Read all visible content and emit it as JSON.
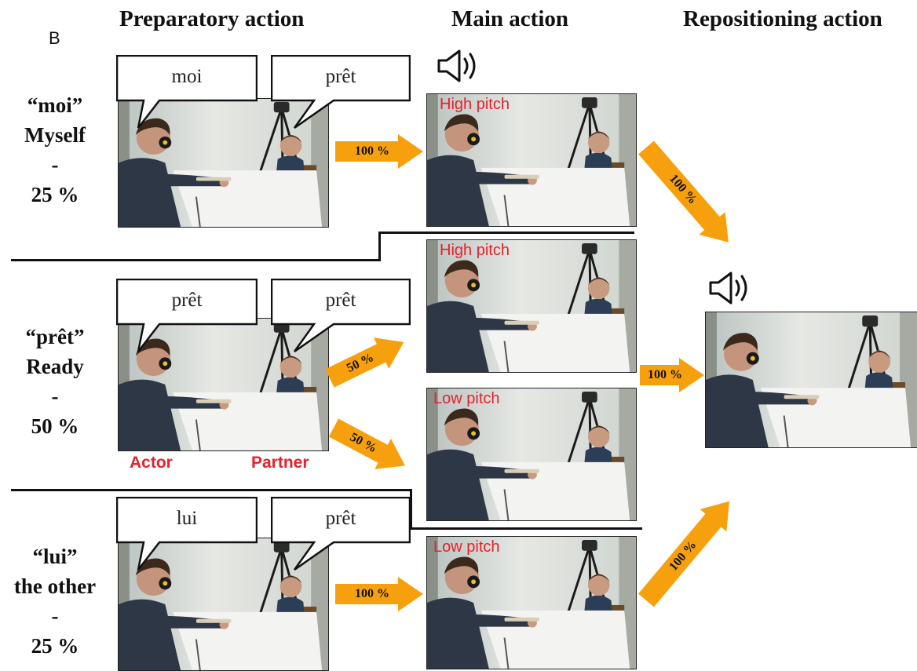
{
  "panel_letter": "B",
  "columns": {
    "preparatory": "Preparatory action",
    "main": "Main action",
    "repositioning": "Repositioning action"
  },
  "rows": [
    {
      "word": "“moi”",
      "meaning": "Myself",
      "dash": "-",
      "percent": "25 %",
      "bubble_left": "moi",
      "bubble_right": "prêt"
    },
    {
      "word": "“prêt”",
      "meaning": "Ready",
      "dash": "-",
      "percent": "50 %",
      "bubble_left": "prêt",
      "bubble_right": "prêt"
    },
    {
      "word": "“lui”",
      "meaning": "the other",
      "dash": "-",
      "percent": "25 %",
      "bubble_left": "lui",
      "bubble_right": "prêt"
    }
  ],
  "main_photos": [
    {
      "pitch": "High pitch"
    },
    {
      "pitch": "High pitch"
    },
    {
      "pitch": "Low pitch"
    },
    {
      "pitch": "Low pitch"
    }
  ],
  "person_labels": {
    "actor": "Actor",
    "partner": "Partner"
  },
  "arrows": {
    "row1_main": "100 %",
    "row2_main_up": "50 %",
    "row2_main_down": "50 %",
    "row3_main": "100 %",
    "row1_reposition": "100 %",
    "row2_reposition": "100 %",
    "row3_reposition": "100 %"
  },
  "colors": {
    "arrow": "#f7a00e",
    "pitch_text": "#e8202a",
    "label_red": "#e8202a"
  },
  "icons": [
    "speaker-icon"
  ]
}
